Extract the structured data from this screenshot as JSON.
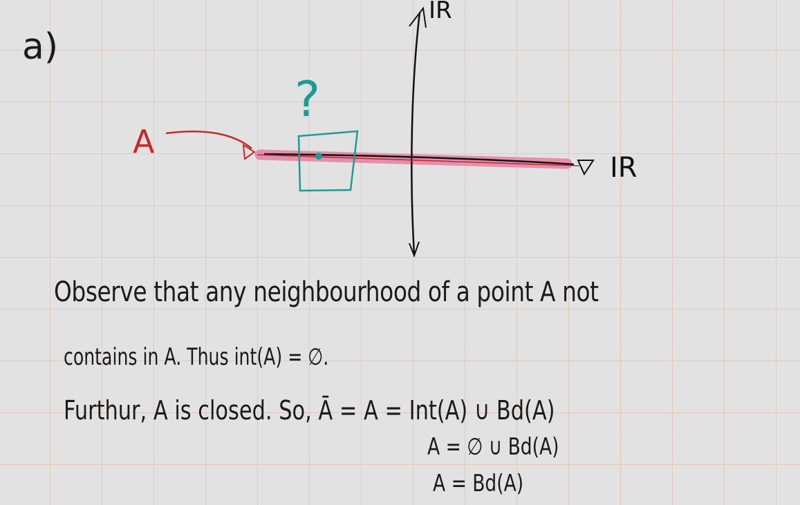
{
  "part_label": "a)",
  "diagram": {
    "set_label": "A",
    "question_mark": "?",
    "x_axis_label": "IR",
    "y_axis_label": "IR",
    "colors": {
      "set_label_and_arrow": "#c8282a",
      "set_highlight": "#e38fb0",
      "neighbourhood_box": "#1e9a94",
      "axes": "#111111"
    }
  },
  "text": {
    "line1": "Observe that any neighbourhood of a point A not",
    "line2": "contains in A. Thus int(A) = ∅.",
    "line3": "Furthur, A is closed. So, Ā = A = Int(A) ∪ Bd(A)",
    "line4": "A = ∅ ∪ Bd(A)",
    "line5": "A = Bd(A)"
  }
}
